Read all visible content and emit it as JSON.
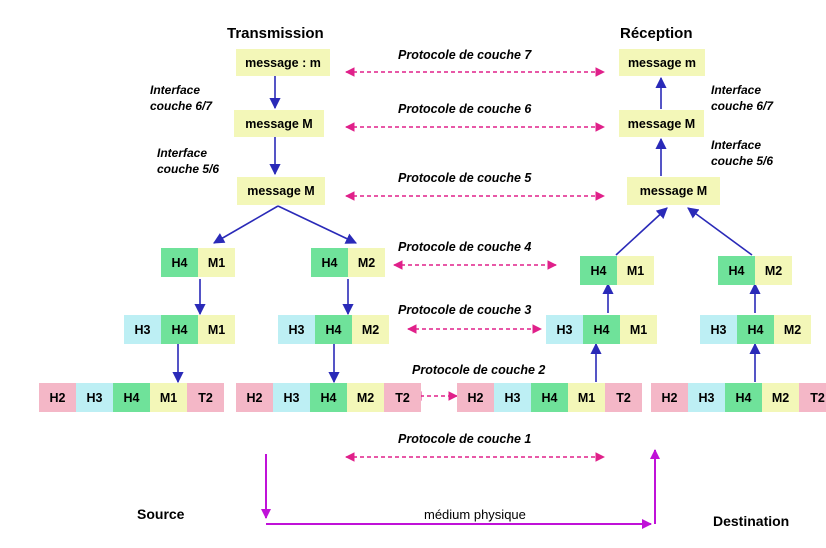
{
  "headers": {
    "transmission": "Transmission",
    "reception": "Réception"
  },
  "messages": {
    "tx_layer7": "message : m",
    "tx_layer6": "message M",
    "tx_layer5": "message M",
    "rx_layer7": "message m",
    "rx_layer6": "message M",
    "rx_layer5": "message M"
  },
  "interfaces": {
    "tx_67": "Interface couche 6/7",
    "tx_56": "Interface couche 5/6",
    "rx_67": "Interface couche 6/7",
    "rx_56": "Interface couche 5/6"
  },
  "protocols": {
    "layer7": "Protocole de couche 7",
    "layer6": "Protocole de couche 6",
    "layer5": "Protocole de couche 5",
    "layer4": "Protocole de couche 4",
    "layer3": "Protocole de couche 3",
    "layer2": "Protocole de couche 2",
    "layer1": "Protocole de couche 1"
  },
  "packets": {
    "tx_l4_a": [
      "H4",
      "M1"
    ],
    "tx_l4_b": [
      "H4",
      "M2"
    ],
    "tx_l3_a": [
      "H3",
      "H4",
      "M1"
    ],
    "tx_l3_b": [
      "H3",
      "H4",
      "M2"
    ],
    "tx_l2_a": [
      "H2",
      "H3",
      "H4",
      "M1",
      "T2"
    ],
    "tx_l2_b": [
      "H2",
      "H3",
      "H4",
      "M2",
      "T2"
    ],
    "rx_l4_a": [
      "H4",
      "M1"
    ],
    "rx_l4_b": [
      "H4",
      "M2"
    ],
    "rx_l3_a": [
      "H3",
      "H4",
      "M1"
    ],
    "rx_l3_b": [
      "H3",
      "H4",
      "M2"
    ],
    "rx_l2_a": [
      "H2",
      "H3",
      "H4",
      "M1",
      "T2"
    ],
    "rx_l2_b": [
      "H2",
      "H3",
      "H4",
      "M2",
      "T2"
    ]
  },
  "bottom": {
    "source": "Source",
    "destination": "Destination",
    "medium": "médium physique"
  },
  "colors": {
    "flow_arrow": "#2a2ab8",
    "protocol_arrow": "#e0208a",
    "medium_arrow": "#c011d8",
    "H2_T2": "#f4b7c7",
    "H3": "#bdeff4",
    "H4": "#6fe29a",
    "message": "#f3f7b8"
  }
}
